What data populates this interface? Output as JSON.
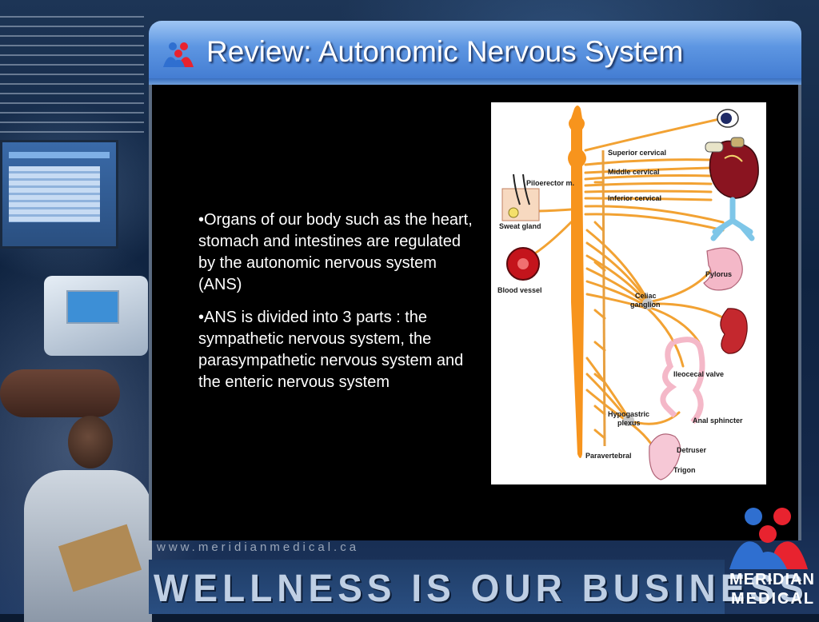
{
  "slide": {
    "title": "Review: Autonomic Nervous System",
    "bullets": [
      "•Organs of our body such as the heart, stomach and intestines are regulated by the autonomic nervous system (ANS)",
      "•ANS is divided into 3 parts : the sympathetic nervous system, the parasympathetic nervous system and the enteric nervous system"
    ]
  },
  "diagram": {
    "labels": {
      "superior_cervical": "Superior cervical",
      "middle_cervical": "Middle cervical",
      "inferior_cervical": "Inferior cervical",
      "piloerector": "Piloerector m.",
      "sweat_gland": "Sweat gland",
      "blood_vessel": "Blood vessel",
      "pylorus": "Pylorus",
      "celiac_1": "Celiac",
      "celiac_2": "ganglion",
      "ileocecal_valve": "Ileocecal valve",
      "hypogastric_1": "Hypogastric",
      "hypogastric_2": "plexus",
      "anal_sphincter": "Anal sphincter",
      "detruser": "Detruser",
      "trigon": "Trigon",
      "paravertebral": "Paravertebral"
    }
  },
  "footer": {
    "url": "www.meridianmedical.ca",
    "slogan": "WELLNESS IS OUR BUSINESS",
    "brand_line1": "MERIDIAN",
    "brand_line2": "MEDICAL"
  },
  "colors": {
    "title_bar": "#4f88d8",
    "content_bg": "#000000",
    "nerve": "#f7941d",
    "logo_red": "#e8232f",
    "logo_blue": "#2f6fd0"
  }
}
